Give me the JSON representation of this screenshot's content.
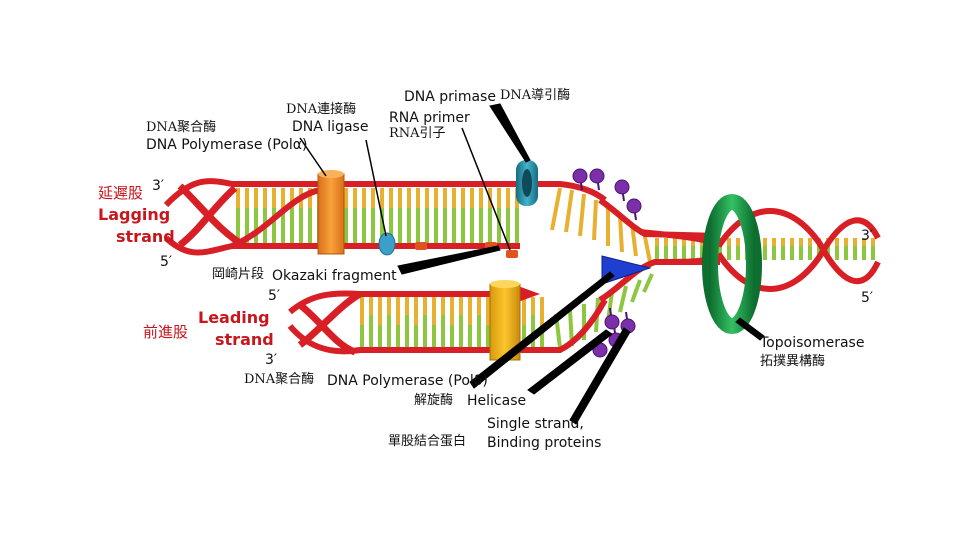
{
  "labels": {
    "dna_ligase_zh": "DNA連接酶",
    "dna_ligase_en": "DNA ligase",
    "dna_pol_alpha_zh": "DNA聚合酶",
    "dna_pol_alpha_en": "DNA Polymerase (Polα)",
    "dna_primase_en": "DNA primase",
    "dna_primase_zh": "DNA導引酶",
    "rna_primer_en": "RNA primer",
    "rna_primer_zh": "RNA引子",
    "lagging_zh": "延遲股",
    "lagging_en_1": "Lagging",
    "lagging_en_2": "strand",
    "okazaki_zh": "岡崎片段",
    "okazaki_en": "Okazaki fragment",
    "leading_zh": "前進股",
    "leading_en_1": "Leading",
    "leading_en_2": "strand",
    "dna_pol_delta_zh": "DNA聚合酶",
    "dna_pol_delta_en": "DNA Polymerase (Polδ)",
    "helicase_zh": "解旋酶",
    "helicase_en": "Helicase",
    "ssb_en_1": "Single strand,",
    "ssb_en_2": "Binding proteins",
    "ssb_zh": "單股結合蛋白",
    "topo_en": "Topoisomerase",
    "topo_zh": "拓撲異構酶",
    "prime_3_lag": "3′",
    "prime_5_lag": "5′",
    "prime_5_lead": "5′",
    "prime_3_lead": "3′",
    "prime_3_right": "3′",
    "prime_5_right": "5′"
  },
  "colors": {
    "backbone": "#d81f26",
    "base_yellow": "#e8b030",
    "base_green": "#8dc63f",
    "polymerase": "#f7941d",
    "primase": "#2a8fa8",
    "ligase": "#3aa0c8",
    "helicase": "#1f3fd1",
    "topoisomerase": "#1ea04a",
    "ssb": "#7b2fa8",
    "primer": "#e0531f"
  }
}
